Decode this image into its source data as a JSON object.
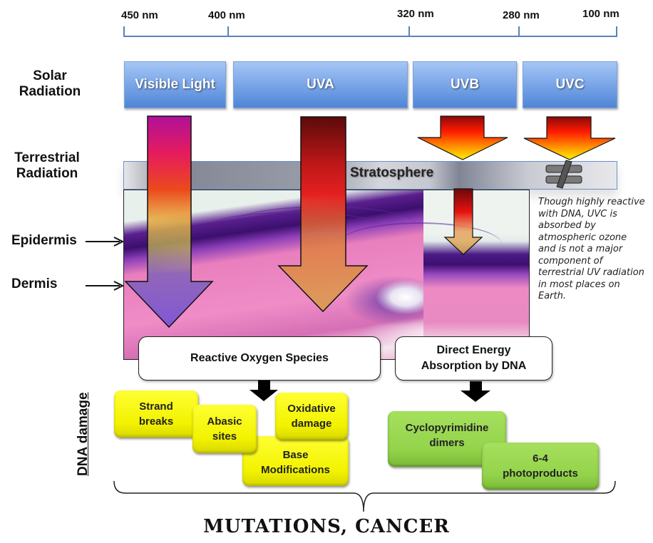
{
  "wavelength_scale": {
    "labels": [
      "450 nm",
      "400 nm",
      "320 nm",
      "280 nm",
      "100 nm"
    ]
  },
  "row_labels": {
    "solar": "Solar Radiation",
    "solar_line1": "Solar",
    "solar_line2": "Radiation",
    "terrestrial_line1": "Terrestrial",
    "terrestrial_line2": "Radiation"
  },
  "solar_bands": [
    {
      "label": "Visible Light"
    },
    {
      "label": "UVA"
    },
    {
      "label": "UVB"
    },
    {
      "label": "UVC"
    }
  ],
  "stratosphere": {
    "label": "Stratosphere",
    "blocked_icon": "not-equal-icon"
  },
  "skin_layers": {
    "epidermis": "Epidermis",
    "dermis": "Dermis"
  },
  "note": "Though highly reactive with DNA, UVC is absorbed by atmospheric ozone and is not a major component of terrestrial UV radiation in most places on Earth.",
  "mechanisms": {
    "ros": "Reactive Oxygen Species",
    "direct_line1": "Direct Energy",
    "direct_line2": "Absorption by DNA"
  },
  "dna_damage": {
    "label": "DNA damage",
    "ros_products": [
      {
        "line1": "Strand",
        "line2": "breaks"
      },
      {
        "line1": "Abasic",
        "line2": "sites"
      },
      {
        "line1": "Oxidative",
        "line2": "damage"
      },
      {
        "line1": "Base",
        "line2": "Modifications"
      }
    ],
    "direct_products": [
      {
        "line1": "Cyclopyrimidine",
        "line2": "dimers"
      },
      {
        "line1": "6-4",
        "line2": "photoproducts"
      }
    ]
  },
  "outcome": "MUTATIONS, CANCER",
  "colors": {
    "scale_line": "#5b82b8",
    "solar_box": "#6f9fe5",
    "ros_box": "#f2f200",
    "direct_box": "#93d34a"
  }
}
